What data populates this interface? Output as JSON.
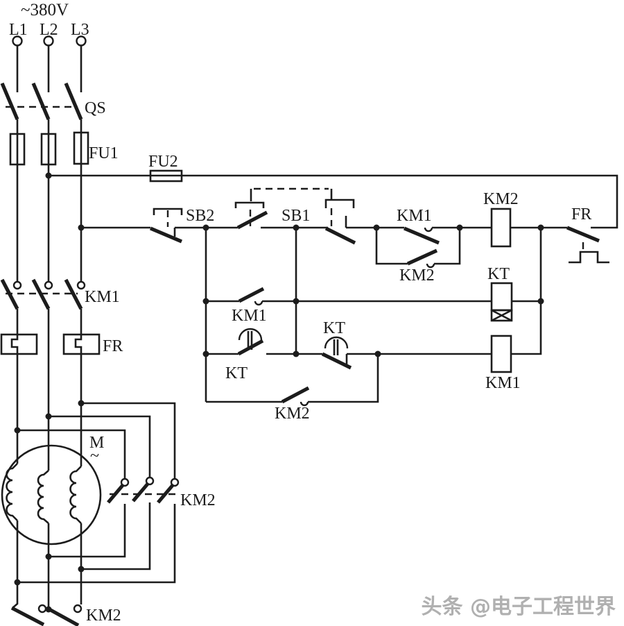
{
  "diagram": {
    "supply_voltage": "~380V",
    "phase_labels": [
      "L1",
      "L2",
      "L3"
    ],
    "labels": {
      "qs": "QS",
      "fu1": "FU1",
      "fu2": "FU2",
      "sb2": "SB2",
      "sb1": "SB1",
      "km1_selfhold": "KM1",
      "km2_selfhold": "KM2",
      "km2_coil": "KM2",
      "fr_nc_contact": "FR",
      "km1_no_contact": "KM1",
      "kt_coil": "KT",
      "kt_delay_no": "KT",
      "kt_delay_nc": "KT",
      "km1_coil": "KM1",
      "km2_no_contact": "KM2",
      "km1_main": "KM1",
      "fr_heater": "FR",
      "motor": "M",
      "motor_ac_mark": "~",
      "km2_delta_contacts": "KM2",
      "km2_star_contacts": "KM2"
    },
    "watermark": "头条 @电子工程世界",
    "colors": {
      "line": "#1c1c1c",
      "background": "#ffffff",
      "watermark": "#b0b0b0"
    }
  }
}
